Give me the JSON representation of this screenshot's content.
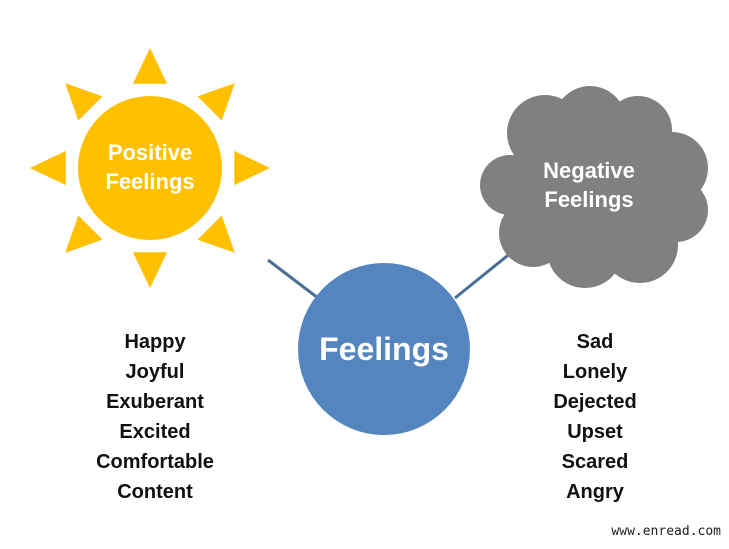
{
  "center": {
    "label": "Feelings",
    "color": "#5585be"
  },
  "positive": {
    "label_line1": "Positive",
    "label_line2": "Feelings",
    "color": "#ffc000",
    "words": [
      "Happy",
      "Joyful",
      "Exuberant",
      "Excited",
      "Comfortable",
      "Content"
    ]
  },
  "negative": {
    "label_line1": "Negative",
    "label_line2": "Feelings",
    "color": "#808080",
    "words": [
      "Sad",
      "Lonely",
      "Dejected",
      "Upset",
      "Scared",
      "Angry"
    ]
  },
  "connector_color": "#4a6f95",
  "icons": {
    "sun": "sun-icon",
    "cloud": "cloud-icon"
  },
  "watermark": "www.enread.com"
}
